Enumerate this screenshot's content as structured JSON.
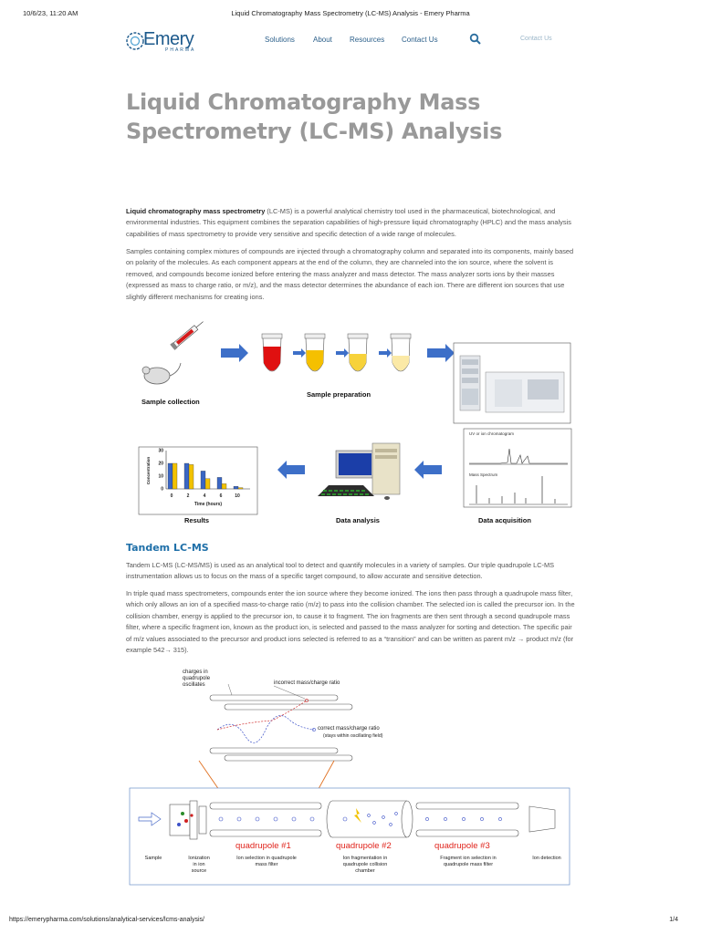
{
  "print": {
    "timestamp": "10/6/23, 11:20 AM",
    "page_title": "Liquid Chromatography Mass Spectrometry (LC-MS) Analysis - Emery Pharma",
    "url": "https://emerypharma.com/solutions/analytical-services/lcms-analysis/",
    "page_number": "1/4"
  },
  "nav": {
    "logo_text": "Emery",
    "logo_sub": "PHARMA",
    "items": [
      "Solutions",
      "About",
      "Resources",
      "Contact Us"
    ],
    "contact": "Contact Us",
    "search_icon": "search-icon"
  },
  "article": {
    "title": "Liquid Chromatography Mass Spectrometry (LC-MS) Analysis",
    "p1_bold": "Liquid chromatography mass spectrometry",
    "p1_rest": " (LC-MS) is a powerful analytical chemistry tool used in the pharmaceutical, biotechnological, and environmental industries.  This equipment combines the separation capabilities of high-pressure liquid chromatography (HPLC) and the mass analysis capabilities of mass spectrometry to provide very sensitive and specific detection of a wide range of molecules.",
    "p2": "Samples containing complex mixtures of compounds are injected through a chromatography column and separated into its components, mainly based on polarity of the molecules. As each component appears at the end of the column, they are channeled into the ion source, where the solvent is removed, and compounds become ionized before entering the mass analyzer and mass detector.  The mass analyzer sorts ions by their masses (expressed as mass to charge ratio, or m/z), and the mass detector determines the abundance of each ion. There are different ion sources that use slightly different mechanisms for creating ions.",
    "h2": "Tandem LC-MS",
    "p3": "Tandem LC-MS (LC-MS/MS) is used as an analytical tool to detect and quantify molecules in a variety of samples. Our triple quadrupole LC-MS instrumentation allows us to focus on the mass of a specific target compound, to allow accurate and sensitive detection.",
    "p4": "In triple quad mass spectrometers, compounds enter the ion source where they become ionized. The ions then pass through a quadrupole mass filter, which only allows an ion of a specified mass-to-charge ratio (m/z) to pass into the collision chamber. The selected ion is called the precursor ion. In the collision chamber, energy is applied to the precursor ion, to cause it to fragment. The ion fragments are then sent through a second quadrupole mass filter, where a specific fragment ion, known as the product ion, is selected and passed to the mass analyzer for sorting and detection. The specific pair of m/z values associated to the precursor and product ions selected is referred to as a “transition” and can be written as parent m/z → product m/z (for example 542→ 315)."
  },
  "figure1": {
    "sample_collection": "Sample collection",
    "sample_preparation": "Sample preparation",
    "results": "Results",
    "data_analysis": "Data analysis",
    "data_acquisition": "Data acquisition",
    "uv_label": "UV or ion chromatogram",
    "ms_label": "Mass Spectrum",
    "y_axis": "Concentration",
    "x_axis": "Time (hours)",
    "y_ticks": [
      "30",
      "20",
      "10",
      "0"
    ],
    "x_ticks": [
      "0",
      "2",
      "4",
      "6",
      "10"
    ],
    "tube_colors": [
      "#e01010",
      "#f5c000",
      "#f7d23a",
      "#fbe9a6"
    ]
  },
  "figure2": {
    "charges": "charges in\nquadrupole\noscillates",
    "incorrect": "incorrect mass/charge ratio",
    "correct": "correct mass/charge ratio",
    "correct_sub": "(stays within oscillating field)",
    "q1": "quadrupole #1",
    "q2": "quadrupole #2",
    "q3": "quadrupole #3",
    "sample": "Sample",
    "ionization": "Ionization\nin ion\nsource",
    "ion_selection": "Ion selection in quadrupole\nmass filter",
    "ion_fragmentation": "Ion fragmentation in\nquadrupole collision\nchamber",
    "fragment_selection": "Fragment ion selection in\nquadrupole mass filter",
    "ion_detection": "Ion detection"
  }
}
